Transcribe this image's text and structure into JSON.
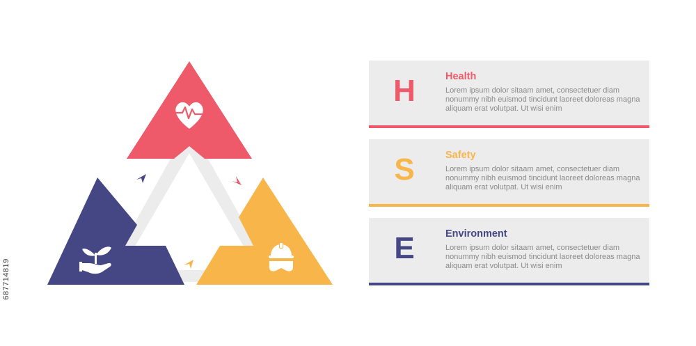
{
  "colors": {
    "health": "#ee5a6a",
    "safety": "#f7b54a",
    "environment": "#454785",
    "band": "#ececec",
    "body_text": "#8a8a8a"
  },
  "diagram": {
    "icons": [
      "heartbeat-icon",
      "helmet-goggles-icon",
      "plant-hand-icon"
    ]
  },
  "items": [
    {
      "letter": "H",
      "title": "Health",
      "body": "Lorem ipsum dolor sitaam amet, consectetuer diam nonummy  nibh euismod tincidunt laoreet doloreas magna aliquam erat volutpat. Ut wisi enim",
      "color": "#ee5a6a"
    },
    {
      "letter": "S",
      "title": "Safety",
      "body": "Lorem ipsum dolor sitaam amet, consectetuer diam nonummy  nibh euismod tincidunt laoreet doloreas magna aliquam erat volutpat. Ut wisi enim",
      "color": "#f7b54a"
    },
    {
      "letter": "E",
      "title": "Environment",
      "body": "Lorem ipsum dolor sitaam amet, consectetuer diam nonummy  nibh euismod tincidunt laoreet doloreas magna aliquam erat volutpat. Ut wisi enim",
      "color": "#454785"
    }
  ],
  "stock_id": "687714819"
}
